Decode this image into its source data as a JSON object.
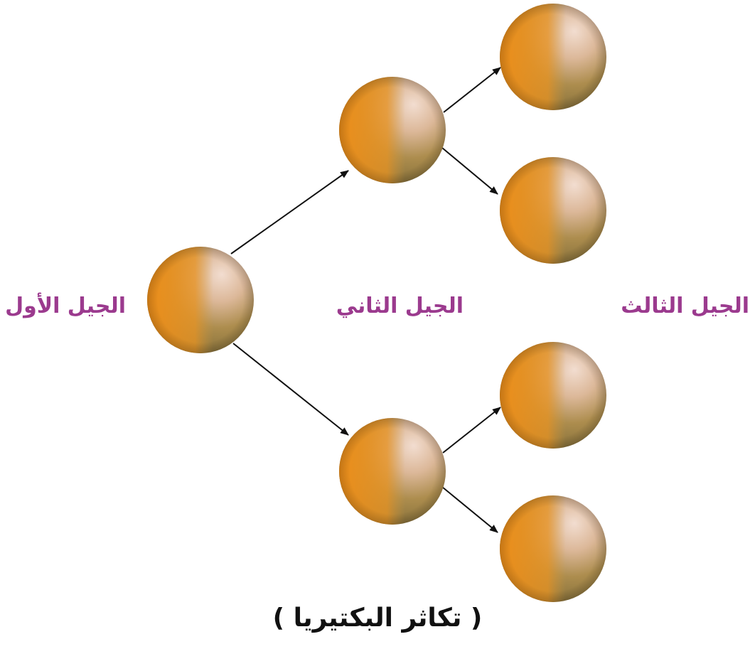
{
  "labels": {
    "generation_1": "الجيل الأول",
    "generation_2": "الجيل الثاني",
    "generation_3": "الجيل الثالث"
  },
  "caption": "( تكاثر البكتيريا )",
  "colors": {
    "label_text": "#9b3a8e",
    "cell_light": "#f2ddd0",
    "cell_orange": "#ee8f1a",
    "cell_olive": "#7a6a35",
    "arrow": "#111111"
  },
  "icons": {
    "cell": "bacterium-sphere-icon",
    "arrow": "division-arrow"
  },
  "tree": {
    "generations": 3,
    "children_per_cell": 2
  }
}
